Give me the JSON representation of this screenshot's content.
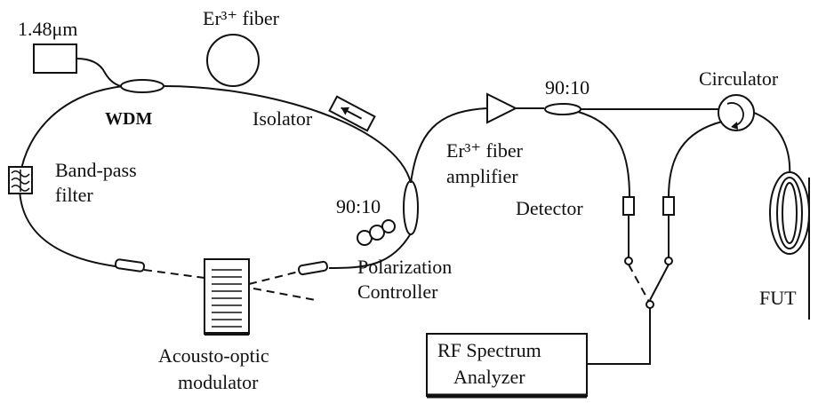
{
  "labels": {
    "pump": "1.48μm",
    "er_fiber": "Er³⁺ fiber",
    "wdm": "WDM",
    "isolator": "Isolator",
    "bandpass_line1": "Band-pass",
    "bandpass_line2": "filter",
    "coupler_ring": "90:10",
    "polarization_line1": "Polarization",
    "polarization_line2": "Controller",
    "aom_line1": "Acousto-optic",
    "aom_line2": "modulator",
    "amp_line1": "Er³⁺ fiber",
    "amp_line2": "amplifier",
    "coupler_out": "90:10",
    "circulator": "Circulator",
    "detector": "Detector",
    "fut": "FUT",
    "rf_line1": "RF Spectrum",
    "rf_line2": "Analyzer"
  }
}
